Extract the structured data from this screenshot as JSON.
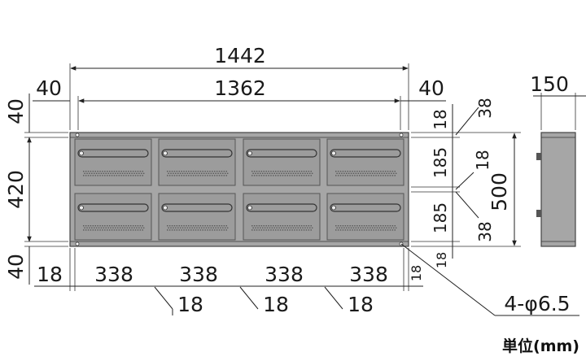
{
  "dims": {
    "overall_width": "1442",
    "inner_width": "1362",
    "side_margin_left": "40",
    "side_margin_right": "40",
    "depth": "150",
    "top_margin": "40",
    "bottom_margin": "40",
    "body_height_left": "420",
    "total_height_right": "500",
    "row_top": "185",
    "row_bottom": "185",
    "edge_top": "18",
    "edge_middle": "18",
    "edge_bottom": "18",
    "gap_top_right": "38",
    "gap_bottom_right": "38",
    "side_frame_left": "18",
    "side_frame_right": "18",
    "unit_width_1": "338",
    "unit_width_2": "338",
    "unit_width_3": "338",
    "unit_width_4": "338",
    "divider_1": "18",
    "divider_2": "18",
    "divider_3": "18",
    "holes": "4-φ6.5"
  },
  "unit_label": "単位(mm)",
  "colors": {
    "body": "#a6a6a6",
    "door": "#9c9c9c",
    "line": "#222222"
  }
}
